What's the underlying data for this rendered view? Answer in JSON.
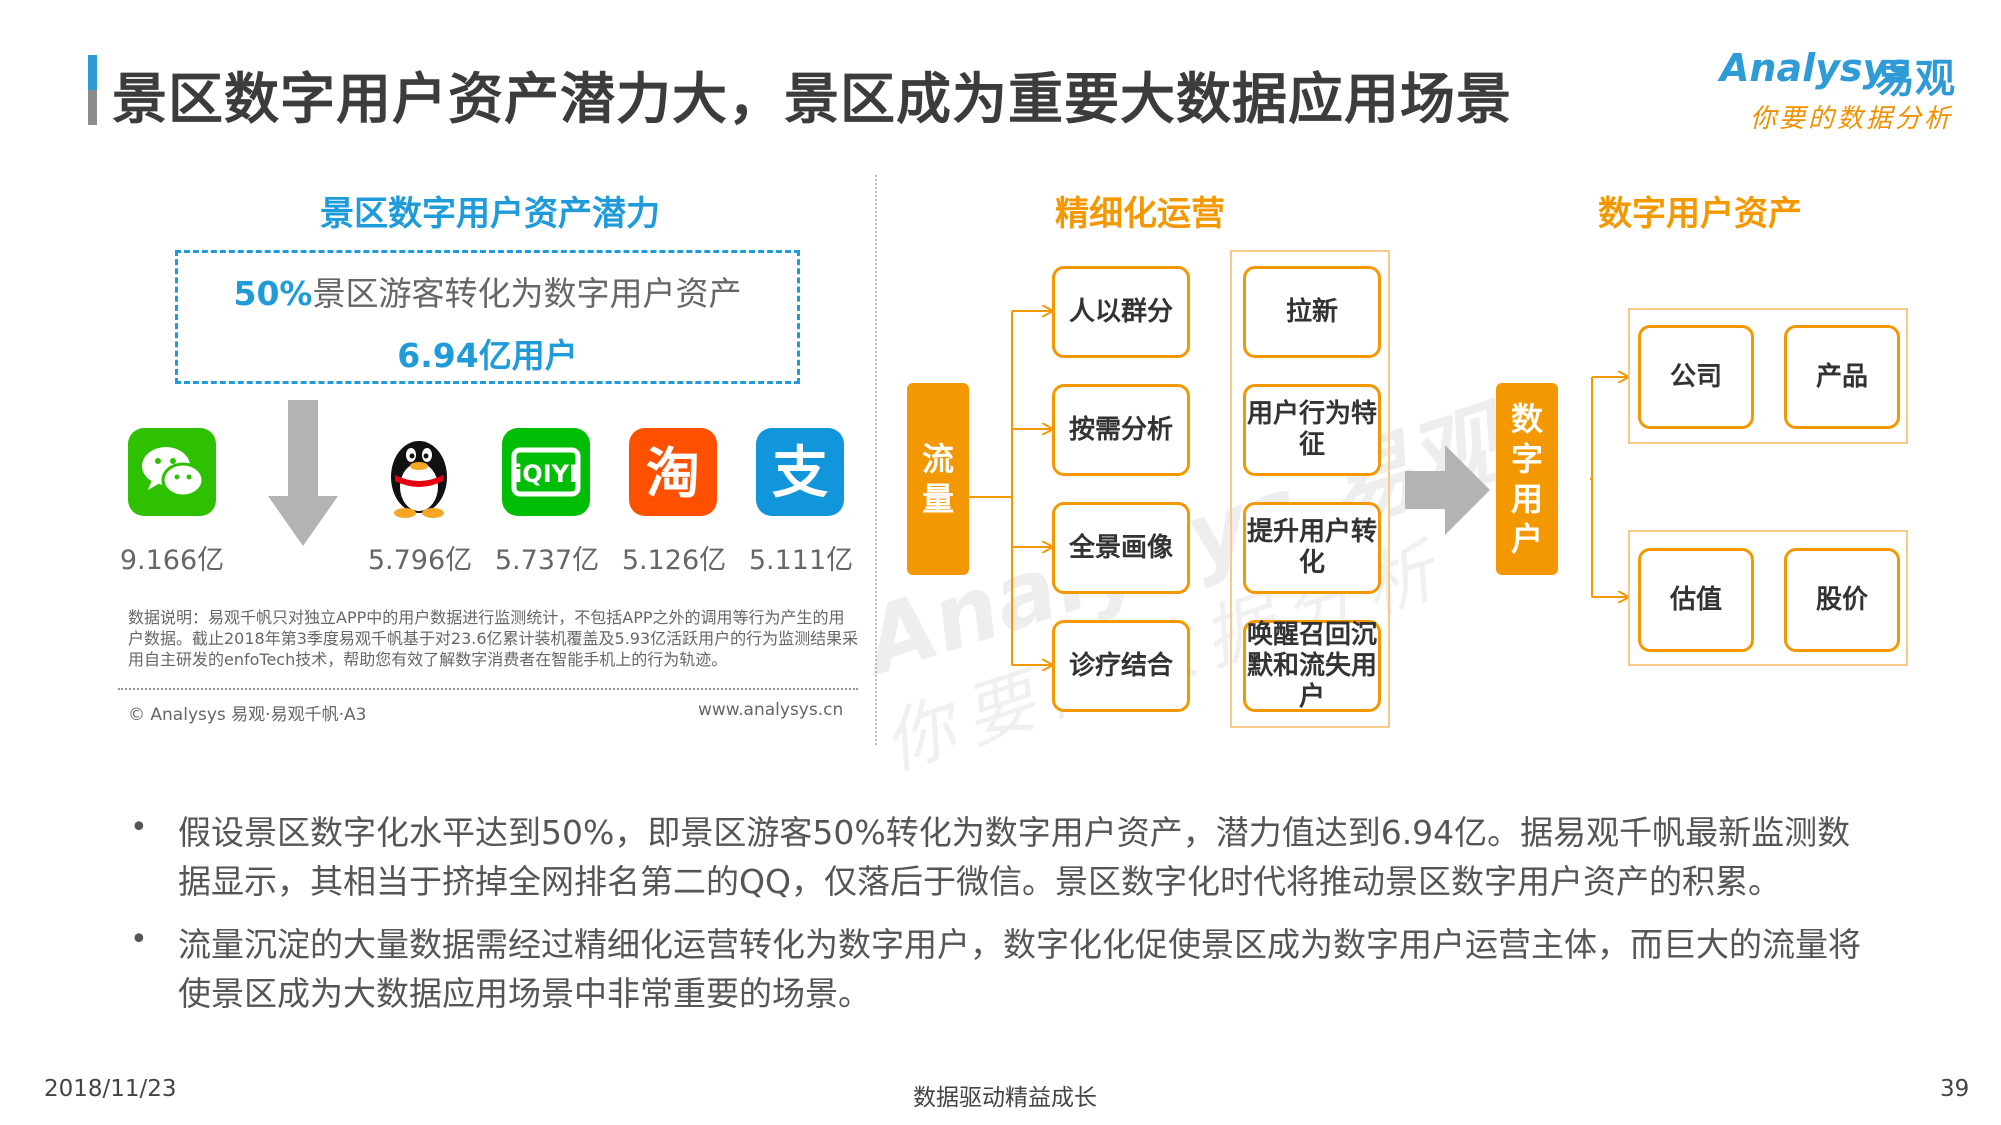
{
  "header": {
    "title": "景区数字用户资产潜力大，景区成为重要大数据应用场景",
    "logo_en": "Analysys",
    "logo_cn": "易观",
    "logo_tagline": "你要的数据分析"
  },
  "left_panel": {
    "heading": "景区数字用户资产潜力",
    "box_line1_highlight": "50%",
    "box_line1_rest": "景区游客转化为数字用户资产",
    "box_line2": "6.94亿用户",
    "apps": [
      {
        "icon": "wechat-icon",
        "value": "9.166亿",
        "color": "#2dc100"
      },
      {
        "icon": "qq-penguin-icon",
        "value": "5.796亿",
        "color": "#000000"
      },
      {
        "icon": "iqiyi-icon",
        "value": "5.737亿",
        "color": "#00be06"
      },
      {
        "icon": "taobao-icon",
        "value": "5.126亿",
        "color": "#ff5000"
      },
      {
        "icon": "alipay-icon",
        "value": "5.111亿",
        "color": "#1296db"
      }
    ],
    "note": "数据说明：易观千帆只对独立APP中的用户数据进行监测统计，不包括APP之外的调用等行为产生的用户数据。截止2018年第3季度易观千帆基于对23.6亿累计装机覆盖及5.93亿活跃用户的行为监测结果采用自主研发的enfoTech技术，帮助您有效了解数字消费者在智能手机上的行为轨迹。",
    "copyright": "© Analysys 易观·易观千帆·A3",
    "website": "www.analysys.cn"
  },
  "flow": {
    "mid_heading": "精细化运营",
    "right_heading": "数字用户资产",
    "source_label": "流\n量",
    "target_label": "数\n字\n用\n户",
    "segments": [
      "人以群分",
      "按需分析",
      "全景画像",
      "诊疗结合"
    ],
    "operations": [
      "拉新",
      "用户行为特征",
      "提升用户转化",
      "唤醒召回沉默和流失用户"
    ],
    "assets_top": [
      "公司",
      "产品"
    ],
    "assets_bottom": [
      "估值",
      "股价"
    ]
  },
  "bullets": [
    "假设景区数字化水平达到50%，即景区游客50%转化为数字用户资产，潜力值达到6.94亿。据易观千帆最新监测数据显示，其相当于挤掉全网排名第二的QQ，仅落后于微信。景区数字化时代将推动景区数字用户资产的积累。",
    "流量沉淀的大量数据需经过精细化运营转化为数字用户，数字化化促使景区成为数字用户运营主体，而巨大的流量将使景区成为大数据应用场景中非常重要的场景。"
  ],
  "footer": {
    "date": "2018/11/23",
    "center": "数据驱动精益成长",
    "page": "39"
  },
  "colors": {
    "accent_blue": "#1f9bd9",
    "accent_orange": "#f39800"
  }
}
